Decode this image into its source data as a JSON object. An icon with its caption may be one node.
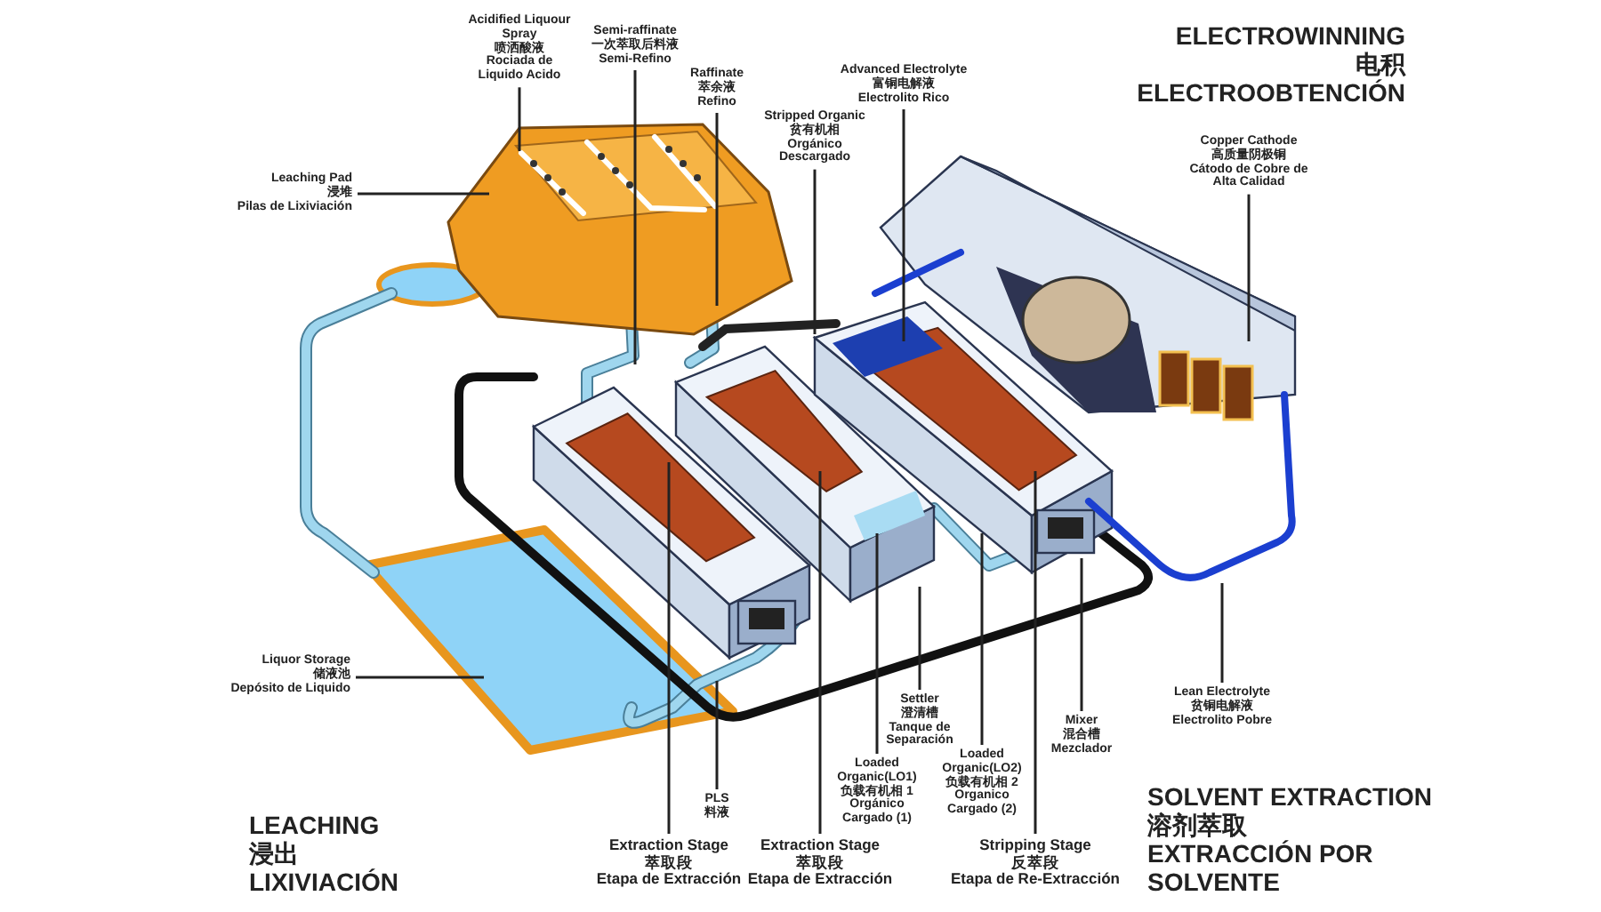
{
  "diagram": {
    "nodes": [
      {
        "text": [
          "Acidified Liquour Spray",
          "喷洒酸液",
          "Rociada de Liquido Acido"
        ]
      },
      {
        "text": [
          "Semi-raffinate",
          "一次萃取后料液",
          "Semi-Refino"
        ]
      },
      {
        "text": [
          "Raffinate",
          "萃余液",
          "Refino"
        ]
      },
      {
        "text": [
          "Stripped Organic",
          "贫有机相",
          "Orgánico Descargado"
        ]
      },
      {
        "text": [
          "Advanced Electrolyte",
          "富铜电解液",
          "Electrolito Rico"
        ]
      },
      {
        "text": [
          "Copper Cathode",
          "高质量阴极铜",
          "Cátodo de Cobre de Alta Calidad"
        ]
      },
      {
        "text": [
          "Leaching Pad",
          "浸堆",
          "Pilas de Lixiviación"
        ]
      },
      {
        "text": [
          "Liquor Storage",
          "储液池",
          "Depósito de Liquido"
        ]
      },
      {
        "text": [
          "PLS",
          "料液"
        ]
      },
      {
        "text": [
          "Extraction Stage",
          "萃取段",
          "Etapa de Extracción"
        ]
      },
      {
        "text": [
          "Extraction Stage",
          "萃取段",
          "Etapa de Extracción"
        ]
      },
      {
        "text": [
          "Settler",
          "澄清槽",
          "Tanque de Separación"
        ]
      },
      {
        "text": [
          "Loaded Organic(LO1)",
          "负载有机相 1",
          "Orgánico Cargado (1)"
        ]
      },
      {
        "text": [
          "Loaded Organic(LO2)",
          "负载有机相 2",
          "Organico Cargado (2)"
        ]
      },
      {
        "text": [
          "Mixer",
          "混合槽",
          "Mezclador"
        ]
      },
      {
        "text": [
          "Stripping Stage",
          "反萃段",
          "Etapa de Re-Extracción"
        ]
      },
      {
        "text": [
          "Lean Electrolyte",
          "贫铜电解液",
          "Electrolito Pobre"
        ]
      }
    ],
    "edges": [
      {
        "from": 0,
        "to": null,
        "arrow": "none"
      },
      {
        "from": 1,
        "to": null,
        "arrow": "none"
      },
      {
        "from": 2,
        "to": null,
        "arrow": "none"
      },
      {
        "from": 3,
        "to": null,
        "arrow": "none"
      },
      {
        "from": 4,
        "to": null,
        "arrow": "none"
      },
      {
        "from": 5,
        "to": null,
        "arrow": "none"
      },
      {
        "from": 6,
        "to": null,
        "arrow": "none"
      },
      {
        "from": 7,
        "to": null,
        "arrow": "none"
      },
      {
        "from": 8,
        "to": null,
        "arrow": "none"
      },
      {
        "from": 9,
        "to": null,
        "arrow": "none"
      },
      {
        "from": 10,
        "to": null,
        "arrow": "none"
      },
      {
        "from": 11,
        "to": null,
        "arrow": "none"
      },
      {
        "from": 12,
        "to": null,
        "arrow": "none"
      },
      {
        "from": 13,
        "to": null,
        "arrow": "none"
      },
      {
        "from": 14,
        "to": null,
        "arrow": "none"
      },
      {
        "from": 15,
        "to": null,
        "arrow": "none"
      },
      {
        "from": 16,
        "to": null,
        "arrow": "none"
      }
    ],
    "labels": [
      "ELECTROWINNING",
      "电积",
      "ELECTROOBTENCIÓN",
      "SOLVENT EXTRACTION",
      "溶剂萃取",
      "EXTRACCIÓN POR SOLVENTE",
      "LEACHING",
      "浸出",
      "LIXIVIACIÓN"
    ]
  }
}
